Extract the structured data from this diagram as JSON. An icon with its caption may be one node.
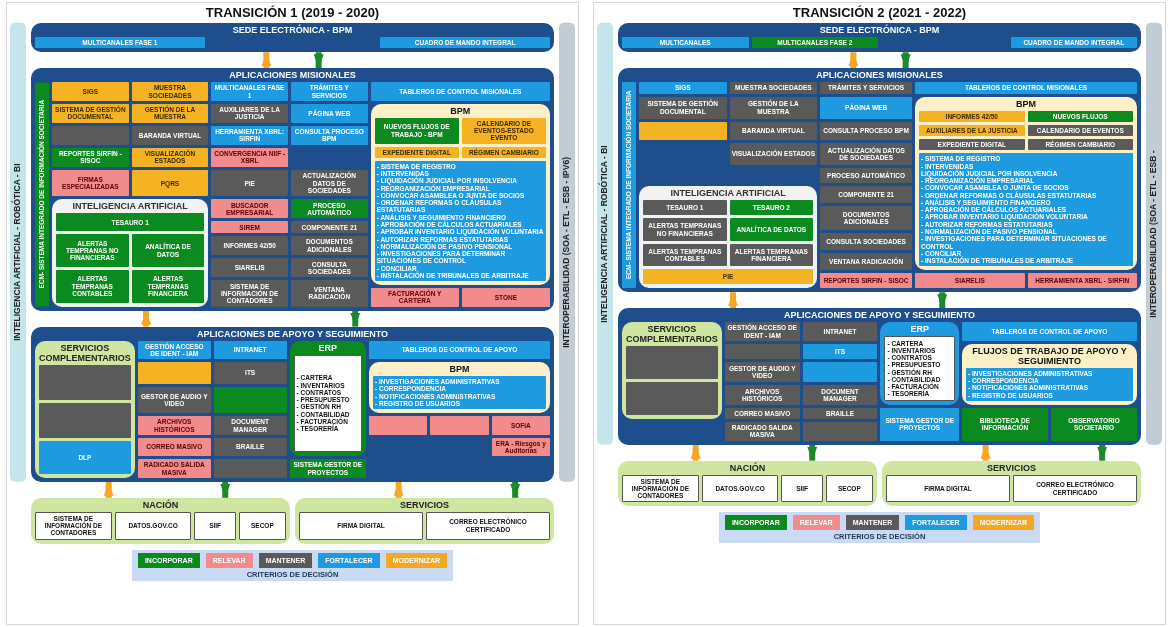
{
  "diagram": {
    "nodes": [
      {
        "text": [
          "TRANSICIÓN 1 (2019 - 2020)"
        ]
      },
      {
        "text": [
          "INTELIGENCIA ARTIFICIAL - ROBÓTICA - BI"
        ],
        "in": 0
      },
      {
        "text": [
          "SEDE ELECTRÓNICA - BPM"
        ],
        "in": 0
      },
      {
        "text": [
          "MULTICANALES FASE 1"
        ],
        "in": 2
      },
      {
        "text": [
          "CUADRO DE MANDO INTEGRAL"
        ],
        "in": 2
      },
      {
        "text": [
          "APLICACIONES MISIONALES"
        ],
        "in": 0
      },
      {
        "text": [
          "ECM- SISTEMA INTEGRADO DE INFORMACIÓN SOCIETARIA"
        ],
        "in": 5
      },
      {
        "text": [
          "SIGS"
        ],
        "in": 5
      },
      {
        "text": [
          "MUESTRA SOCIEDADES"
        ],
        "in": 5
      },
      {
        "text": [
          "SISTEMA DE GESTIÓN DOCUMENTAL"
        ],
        "in": 5
      },
      {
        "text": [
          "GESTIÓN DE LA MUESTRA"
        ],
        "in": 5
      },
      {
        "text": [],
        "shape": "box",
        "in": 5
      },
      {
        "text": [
          "BARANDA VIRTUAL"
        ],
        "in": 5
      },
      {
        "text": [
          "REPORTES SIRFIN -SISOC"
        ],
        "in": 5
      },
      {
        "text": [
          "VISUALIZACIÓN ESTADOS"
        ],
        "in": 5
      },
      {
        "text": [
          "FIRMAS ESPECIALIZADAS"
        ],
        "in": 5
      },
      {
        "text": [
          "PQRS"
        ],
        "in": 5
      },
      {
        "text": [
          "INTELIGENCIA ARTIFICIAL"
        ],
        "in": 5
      },
      {
        "text": [
          "TESAURO 1"
        ],
        "in": 17
      },
      {
        "text": [
          "ALERTAS TEMPRANAS NO FINANCIERAS"
        ],
        "in": 17
      },
      {
        "text": [
          "ANALÍTICA DE DATOS"
        ],
        "in": 17
      },
      {
        "text": [
          "ALERTAS TEMPRANAS CONTABLES"
        ],
        "in": 17
      },
      {
        "text": [
          "ALERTAS TEMPRANAS FINANCIERA"
        ],
        "in": 17
      },
      {
        "text": [
          "MULTICANALES FASE 1"
        ],
        "in": 5
      },
      {
        "text": [
          "AUXILIARES DE LA JUSTICIA"
        ],
        "in": 5
      },
      {
        "text": [
          "HERRAMIENTA XBRL: SIRFIN"
        ],
        "in": 5
      },
      {
        "text": [
          "CONVERGENCIA NIIF - XBRL"
        ],
        "in": 5
      },
      {
        "text": [
          "PIE"
        ],
        "in": 5
      },
      {
        "text": [
          "BUSCADOR EMPRESARIAL"
        ],
        "in": 5
      },
      {
        "text": [
          "SIREM"
        ],
        "in": 5
      },
      {
        "text": [
          "INFORMES 42/50"
        ],
        "in": 5
      },
      {
        "text": [
          "SIARELIS"
        ],
        "in": 5
      },
      {
        "text": [
          "SISTEMA DE INFORMACIÓN DE CONTADORES"
        ],
        "in": 5
      },
      {
        "text": [
          "TRÁMITES Y SERVICIOS"
        ],
        "in": 5
      },
      {
        "text": [
          "PÁGINA WEB"
        ],
        "in": 5
      },
      {
        "text": [
          "CONSULTA PROCESO BPM"
        ],
        "in": 5
      },
      {
        "text": [
          "ACTUALIZACIÓN DATOS DE SOCIEDADES"
        ],
        "in": 5
      },
      {
        "text": [
          "PROCESO AUTOMÁTICO"
        ],
        "in": 5
      },
      {
        "text": [
          "COMPONENTE 21"
        ],
        "in": 5
      },
      {
        "text": [
          "DOCUMENTOS ADICIONALES"
        ],
        "in": 5
      },
      {
        "text": [
          "CONSULTA SOCIEDADES"
        ],
        "in": 5
      },
      {
        "text": [
          "VENTANA RADICACIÓN"
        ],
        "in": 5
      },
      {
        "text": [
          "TABLEROS DE CONTROL MISIONALES"
        ],
        "in": 5
      },
      {
        "text": [
          "BPM"
        ],
        "in": 5
      },
      {
        "text": [
          "NUEVOS FLUJOS DE TRABAJO - BPM"
        ],
        "in": 43
      },
      {
        "text": [
          "CALENDARIO DE EVENTOS-ESTADO EVENTO"
        ],
        "in": 43
      },
      {
        "text": [
          "EXPEDIENTE DIGITAL"
        ],
        "in": 43
      },
      {
        "text": [
          "RÉGIMEN CAMBIARIO"
        ],
        "in": 43
      },
      {
        "text": [
          "- SISTEMA DE REGISTRO",
          "- INTERVENIDAS",
          "- LIQUIDACIÓN JUDICIAL POR INSOLVENCIA",
          "- REORGANIZACIÓN EMPRESARIAL",
          "- CONVOCAR ASAMBLEA O JUNTA DE SOCIOS",
          "- ORDENAR REFORMAS O CLÁUSULAS ESTATUTARIAS",
          "- ANÁLISIS Y SEGUIMIENTO FINANCIERO",
          "- APROBACIÓN DE CÁLCULOS ACTUARIALES",
          "- APROBAR INVENTARIO LIQUIDACIÓN VOLUNTARIA",
          "- AUTORIZAR REFORMAS ESTATUTARIAS",
          "- NORMALIZACIÓN DE PASIVO PENSIONAL",
          "- INVESTIGACIONES PARA DETERMINAR SITUACIONES DE CONTROL",
          "- CONCILIAR",
          "- INSTALACIÓN DE TRIBUNALES DE ARBITRAJE"
        ],
        "in": 43
      },
      {
        "text": [
          "FACTURACIÓN Y CARTERA"
        ],
        "in": 5
      },
      {
        "text": [
          "STONE"
        ],
        "in": 5
      },
      {
        "text": [
          "APLICACIONES DE APOYO Y SEGUIMIENTO"
        ],
        "in": 0
      },
      {
        "text": [
          "SERVICIOS COMPLEMENTARIOS"
        ],
        "in": 51
      },
      {
        "text": [],
        "shape": "box",
        "in": 52
      },
      {
        "text": [],
        "shape": "box",
        "in": 52
      },
      {
        "text": [
          "DLP"
        ],
        "in": 52
      },
      {
        "text": [
          "GESTIÓN ACCESO DE IDENT - IAM"
        ],
        "in": 51
      },
      {
        "text": [],
        "shape": "box",
        "in": 51
      },
      {
        "text": [
          "GESTOR DE AUDIO Y VIDEO"
        ],
        "in": 51
      },
      {
        "text": [
          "ARCHIVOS HISTÓRICOS"
        ],
        "in": 51
      },
      {
        "text": [
          "CORREO MASIVO"
        ],
        "in": 51
      },
      {
        "text": [
          "RADICADO SALIDA MASIVA"
        ],
        "in": 51
      },
      {
        "text": [
          "INTRANET"
        ],
        "in": 51
      },
      {
        "text": [
          "ITS"
        ],
        "in": 51
      },
      {
        "text": [],
        "shape": "box",
        "in": 51
      },
      {
        "text": [
          "DOCUMENT MANAGER"
        ],
        "in": 51
      },
      {
        "text": [
          "BRAILLE"
        ],
        "in": 51
      },
      {
        "text": [],
        "shape": "box",
        "in": 51
      },
      {
        "text": [
          "ERP"
        ],
        "in": 51
      },
      {
        "text": [
          "- CARTERA",
          "- INVENTARIOS",
          "- CONTRATOS",
          "- PRESUPUESTO",
          "- GESTIÓN RH",
          "- CONTABILIDAD",
          "- FACTURACIÓN",
          "- TESORERÍA"
        ],
        "in": 68
      },
      {
        "text": [
          "SISTEMA GESTOR DE PROYECTOS"
        ],
        "in": 51
      },
      {
        "text": [
          "TABLEROS DE CONTROL DE APOYO"
        ],
        "in": 51
      },
      {
        "text": [
          "BPM"
        ],
        "in": 51
      },
      {
        "text": [
          "- INVESTIGACIONES ADMINISTRATIVAS",
          "- CORRESPONDENCIA",
          "- NOTIFICACIONES ADMINISTRATIVAS",
          "- REGISTRO DE USUARIOS"
        ],
        "in": 72
      },
      {
        "text": [],
        "shape": "box",
        "in": 51
      },
      {
        "text": [],
        "shape": "box",
        "in": 51
      },
      {
        "text": [
          "SOFIA"
        ],
        "in": 51
      },
      {
        "text": [
          "ERA - Riesgos y Auditorías"
        ],
        "in": 51
      },
      {
        "text": [
          "NACIÓN"
        ],
        "in": 0
      },
      {
        "text": [
          "SISTEMA DE INFORMACIÓN DE CONTADORES"
        ],
        "in": 78
      },
      {
        "text": [
          "DATOS.GOV.CO"
        ],
        "in": 78
      },
      {
        "text": [
          "SIIF"
        ],
        "in": 78
      },
      {
        "text": [
          "SECOP"
        ],
        "in": 78
      },
      {
        "text": [
          "SERVICIOS"
        ],
        "in": 0
      },
      {
        "text": [
          "FIRMA DIGITAL"
        ],
        "in": 83
      },
      {
        "text": [
          "CORREO ELECTRÓNICO CERTIFICADO"
        ],
        "in": 83
      },
      {
        "text": [
          "INTEROPERABILIDAD (SOA - ETL - ESB - IPV6)"
        ],
        "in": 0
      },
      {
        "text": [
          "TRANSICIÓN 2 (2021 - 2022)"
        ]
      },
      {
        "text": [
          "INTELIGENCIA ARTIFICIAL - ROBÓTICA - BI"
        ],
        "in": 87
      },
      {
        "text": [
          "SEDE ELECTRÓNICA - BPM"
        ],
        "in": 87
      },
      {
        "text": [
          "MULTICANALES"
        ],
        "in": 89
      },
      {
        "text": [
          "MULTICANALES FASE 2"
        ],
        "in": 89
      },
      {
        "text": [
          "CUADRO DE MANDO INTEGRAL"
        ],
        "in": 89
      },
      {
        "text": [
          "APLICACIONES MISIONALES"
        ],
        "in": 87
      },
      {
        "text": [
          "ECM- SISTEMA INTEGRADO DE INFORMACIÓN SOCIETARIA"
        ],
        "in": 93
      },
      {
        "text": [
          "SIGS"
        ],
        "in": 93
      },
      {
        "text": [
          "MUESTRA SOCIEDADES"
        ],
        "in": 93
      },
      {
        "text": [
          "SISTEMA DE GESTIÓN DOCUMENTAL"
        ],
        "in": 93
      },
      {
        "text": [
          "GESTIÓN DE LA MUESTRA"
        ],
        "in": 93
      },
      {
        "text": [],
        "shape": "box",
        "in": 93
      },
      {
        "text": [
          "BARANDA VIRTUAL"
        ],
        "in": 93
      },
      {
        "text": [
          "VISUALIZACIÓN ESTADOS"
        ],
        "in": 93
      },
      {
        "text": [
          "INTELIGENCIA ARTIFICIAL"
        ],
        "in": 93
      },
      {
        "text": [
          "TESAURO 1"
        ],
        "in": 102
      },
      {
        "text": [
          "TESAURO 2"
        ],
        "in": 102
      },
      {
        "text": [
          "ALERTAS TEMPRANAS NO FINANCIERAS"
        ],
        "in": 102
      },
      {
        "text": [
          "ANALÍTICA DE DATOS"
        ],
        "in": 102
      },
      {
        "text": [
          "ALERTAS TEMPRANAS CONTABLES"
        ],
        "in": 102
      },
      {
        "text": [
          "ALERTAS TEMPRANAS FINANCIERA"
        ],
        "in": 102
      },
      {
        "text": [
          "PIE"
        ],
        "in": 102
      },
      {
        "text": [
          "TRÁMITES Y SERVICIOS"
        ],
        "in": 93
      },
      {
        "text": [
          "PÁGINA WEB"
        ],
        "in": 93
      },
      {
        "text": [
          "CONSULTA PROCESO BPM"
        ],
        "in": 93
      },
      {
        "text": [
          "ACTUALIZACIÓN DATOS DE SOCIEDADES"
        ],
        "in": 93
      },
      {
        "text": [
          "PROCESO AUTOMÁTICO"
        ],
        "in": 93
      },
      {
        "text": [
          "COMPONENTE 21"
        ],
        "in": 93
      },
      {
        "text": [
          "DOCUMENTOS ADICIONALES"
        ],
        "in": 93
      },
      {
        "text": [
          "CONSULTA SOCIEDADES"
        ],
        "in": 93
      },
      {
        "text": [
          "VENTANA RADICACIÓN"
        ],
        "in": 93
      },
      {
        "text": [
          "REPORTES SIRFIN - SISOC"
        ],
        "in": 93
      },
      {
        "text": [
          "TABLEROS DE CONTROL MISIONALES"
        ],
        "in": 93
      },
      {
        "text": [
          "BPM"
        ],
        "in": 93
      },
      {
        "text": [
          "INFORMES 42/50"
        ],
        "in": 121
      },
      {
        "text": [
          "NUEVOS FLUJOS"
        ],
        "in": 121
      },
      {
        "text": [
          "AUXILIARES DE LA JUSTICIA"
        ],
        "in": 121
      },
      {
        "text": [
          "CALENDARIO DE EVENTOS"
        ],
        "in": 121
      },
      {
        "text": [
          "EXPEDIENTE DIGITAL"
        ],
        "in": 121
      },
      {
        "text": [
          "RÉGIMEN CAMBIARIO"
        ],
        "in": 121
      },
      {
        "text": [
          "- SISTEMA DE REGISTRO",
          "- INTERVENIDAS",
          "LIQUIDACIÓN JUDICIAL POR INSOLVENCIA",
          "- REORGANIZACIÓN EMPRESARIAL",
          "- CONVOCAR ASAMBLEA O JUNTA DE SOCIOS",
          "- ORDENAR REFORMAS O CLÁUSULAS ESTATUTARIAS",
          "- ANÁLISIS Y SEGUIMIENTO FINANCIERO",
          "- APROBACIÓN DE CÁLCULOS ACTUARIALES",
          "- APROBAR INVENTARIO LIQUIDACIÓN VOLUNTARIA",
          "- AUTORIZAR REFORMAS ESTATUTARIAS",
          "- NORMALIZACIÓN DE PASIVO PENSIONAL",
          "- INVESTIGACIONES PARA DETERMINAR SITUACIONES DE CONTROL",
          "- CONCILIAR",
          "- INSTALACIÓN DE TRIBUNALES DE ARBITRAJE"
        ],
        "in": 121
      },
      {
        "text": [
          "SIARELIS"
        ],
        "in": 93
      },
      {
        "text": [
          "HERRAMIENTA XBRL - SIRFIN"
        ],
        "in": 93
      },
      {
        "text": [
          "APLICACIONES DE APOYO Y SEGUIMIENTO"
        ],
        "in": 87
      },
      {
        "text": [
          "SERVICIOS COMPLEMENTARIOS"
        ],
        "in": 131
      },
      {
        "text": [],
        "shape": "box",
        "in": 132
      },
      {
        "text": [],
        "shape": "box",
        "in": 132
      },
      {
        "text": [
          "GESTIÓN ACCESO DE IDENT - IAM"
        ],
        "in": 131
      },
      {
        "text": [],
        "shape": "box",
        "in": 131
      },
      {
        "text": [
          "GESTOR DE AUDIO Y VIDEO"
        ],
        "in": 131
      },
      {
        "text": [
          "ARCHIVOS HISTÓRICOS"
        ],
        "in": 131
      },
      {
        "text": [
          "CORREO MASIVO"
        ],
        "in": 131
      },
      {
        "text": [
          "RADICADO SALIDA MASIVA"
        ],
        "in": 131
      },
      {
        "text": [
          "INTRANET"
        ],
        "in": 131
      },
      {
        "text": [
          "ITS"
        ],
        "in": 131
      },
      {
        "text": [],
        "shape": "box",
        "in": 131
      },
      {
        "text": [
          "DOCUMENT MANAGER"
        ],
        "in": 131
      },
      {
        "text": [
          "BRAILLE"
        ],
        "in": 131
      },
      {
        "text": [],
        "shape": "box",
        "in": 131
      },
      {
        "text": [
          "ERP"
        ],
        "in": 131
      },
      {
        "text": [
          "- CARTERA",
          "- INVENTARIOS",
          "- CONTRATOS",
          "- PRESUPUESTO",
          "- GESTIÓN RH",
          "- CONTABILIDAD",
          "- FACTURACIÓN",
          "- TESORERÍA"
        ],
        "in": 147
      },
      {
        "text": [
          "SISTEMA GESTOR DE PROYECTOS"
        ],
        "in": 131
      },
      {
        "text": [
          "TABLEROS DE CONTROL DE APOYO"
        ],
        "in": 131
      },
      {
        "text": [
          "FLUJOS DE TRABAJO DE APOYO Y SEGUIMIENTO"
        ],
        "in": 131
      },
      {
        "text": [
          "- INVESTIGACIONES ADMINISTRATIVAS",
          "- CORRESPONDENCIA",
          "- NOTIFICACIONES ADMINISTRATIVAS",
          "- REGISTRO DE USUARIOS"
        ],
        "in": 151
      },
      {
        "text": [
          "BIBLIOTECA DE INFORMACIÓN"
        ],
        "in": 131
      },
      {
        "text": [
          "OBSERVATORIO SOCIETARIO"
        ],
        "in": 131
      },
      {
        "text": [
          "NACIÓN"
        ],
        "in": 87
      },
      {
        "text": [
          "SISTEMA DE INFORMACIÓN DE CONTADORES"
        ],
        "in": 155
      },
      {
        "text": [
          "DATOS.GOV.CO"
        ],
        "in": 155
      },
      {
        "text": [
          "SIIF"
        ],
        "in": 155
      },
      {
        "text": [
          "SECOP"
        ],
        "in": 155
      },
      {
        "text": [
          "SERVICIOS"
        ],
        "in": 87
      },
      {
        "text": [
          "FIRMA DIGITAL"
        ],
        "in": 160
      },
      {
        "text": [
          "CORREO ELECTRÓNICO CERTIFICADO"
        ],
        "in": 160
      },
      {
        "text": [
          "INTEROPERABILIDAD (SOA - ETL - ESB -"
        ],
        "in": 87
      }
    ],
    "edges": [
      {
        "from": 5,
        "to": 2,
        "arrow": "to",
        "color": "#f5a623"
      },
      {
        "from": 2,
        "to": 5,
        "arrow": "to",
        "color": "#1a8a2a"
      },
      {
        "from": 51,
        "to": 5,
        "arrow": "to",
        "color": "#f5a623"
      },
      {
        "from": 5,
        "to": 51,
        "arrow": "to",
        "color": "#1a8a2a"
      },
      {
        "from": 78,
        "to": 51,
        "arrow": "to",
        "color": "#f5a623"
      },
      {
        "from": 51,
        "to": 78,
        "arrow": "to",
        "color": "#1a8a2a"
      },
      {
        "from": 83,
        "to": 51,
        "arrow": "to",
        "color": "#f5a623"
      },
      {
        "from": 51,
        "to": 83,
        "arrow": "to",
        "color": "#1a8a2a"
      },
      {
        "from": 93,
        "to": 89,
        "arrow": "to",
        "color": "#f5a623"
      },
      {
        "from": 89,
        "to": 93,
        "arrow": "to",
        "color": "#1a8a2a"
      },
      {
        "from": 131,
        "to": 93,
        "arrow": "to",
        "color": "#f5a623"
      },
      {
        "from": 93,
        "to": 131,
        "arrow": "to",
        "color": "#1a8a2a"
      },
      {
        "from": 155,
        "to": 131,
        "arrow": "to",
        "color": "#f5a623"
      },
      {
        "from": 131,
        "to": 155,
        "arrow": "to",
        "color": "#1a8a2a"
      },
      {
        "from": 160,
        "to": 131,
        "arrow": "to",
        "color": "#f5a623"
      },
      {
        "from": 131,
        "to": 160,
        "arrow": "to",
        "color": "#1a8a2a"
      }
    ],
    "labels": [
      "CRITERIOS DE DECISIÓN",
      "CRITERIOS DE DECISIÓN"
    ],
    "legend": [
      {
        "text": "INCORPORAR",
        "color": "#0b8a1f"
      },
      {
        "text": "RELEVAR",
        "color": "#f28b8b"
      },
      {
        "text": "MANTENER",
        "color": "#5a5a5a"
      },
      {
        "text": "FORTALECER",
        "color": "#1e9be0"
      },
      {
        "text": "MODERNIZAR",
        "color": "#f5a623"
      },
      {
        "text": "INCORPORAR",
        "color": "#0b8a1f"
      },
      {
        "text": "RELEVAR",
        "color": "#f28b8b"
      },
      {
        "text": "MANTENER",
        "color": "#5a5a5a"
      },
      {
        "text": "FORTALECER",
        "color": "#1e9be0"
      },
      {
        "text": "MODERNIZAR",
        "color": "#f5a623"
      }
    ]
  }
}
